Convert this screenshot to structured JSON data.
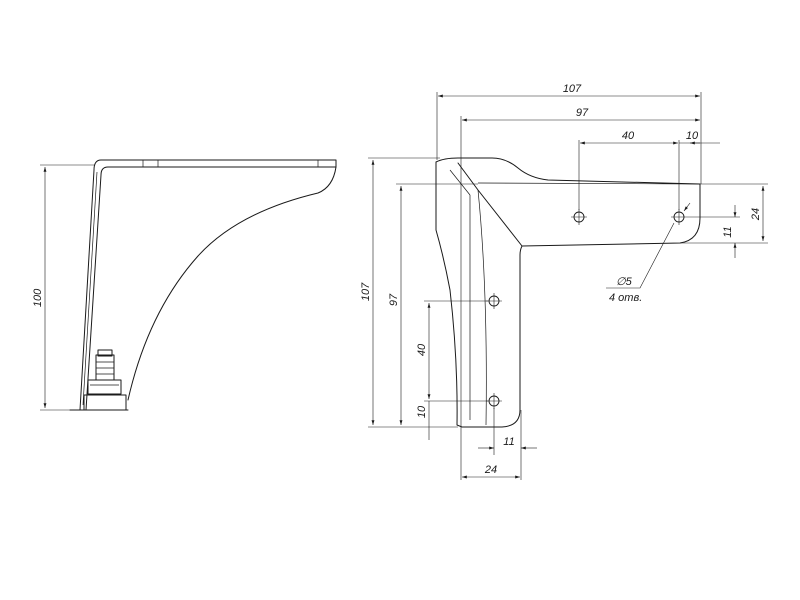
{
  "side_view": {
    "height_label": "100"
  },
  "front_view": {
    "total_width_label": "107",
    "inner_width_label": "97",
    "hole_spacing_h_label": "40",
    "hole_edge_h_label": "10",
    "total_height_label": "107",
    "inner_height_label": "97",
    "hole_spacing_v_label": "40",
    "hole_edge_v_label": "10",
    "flange_width_label": "24",
    "hole_offset_bottom_label": "11",
    "flange_height_label": "24",
    "hole_offset_right_label": "11",
    "hole_diameter_label": "∅5",
    "hole_count_label": "4 отв."
  }
}
